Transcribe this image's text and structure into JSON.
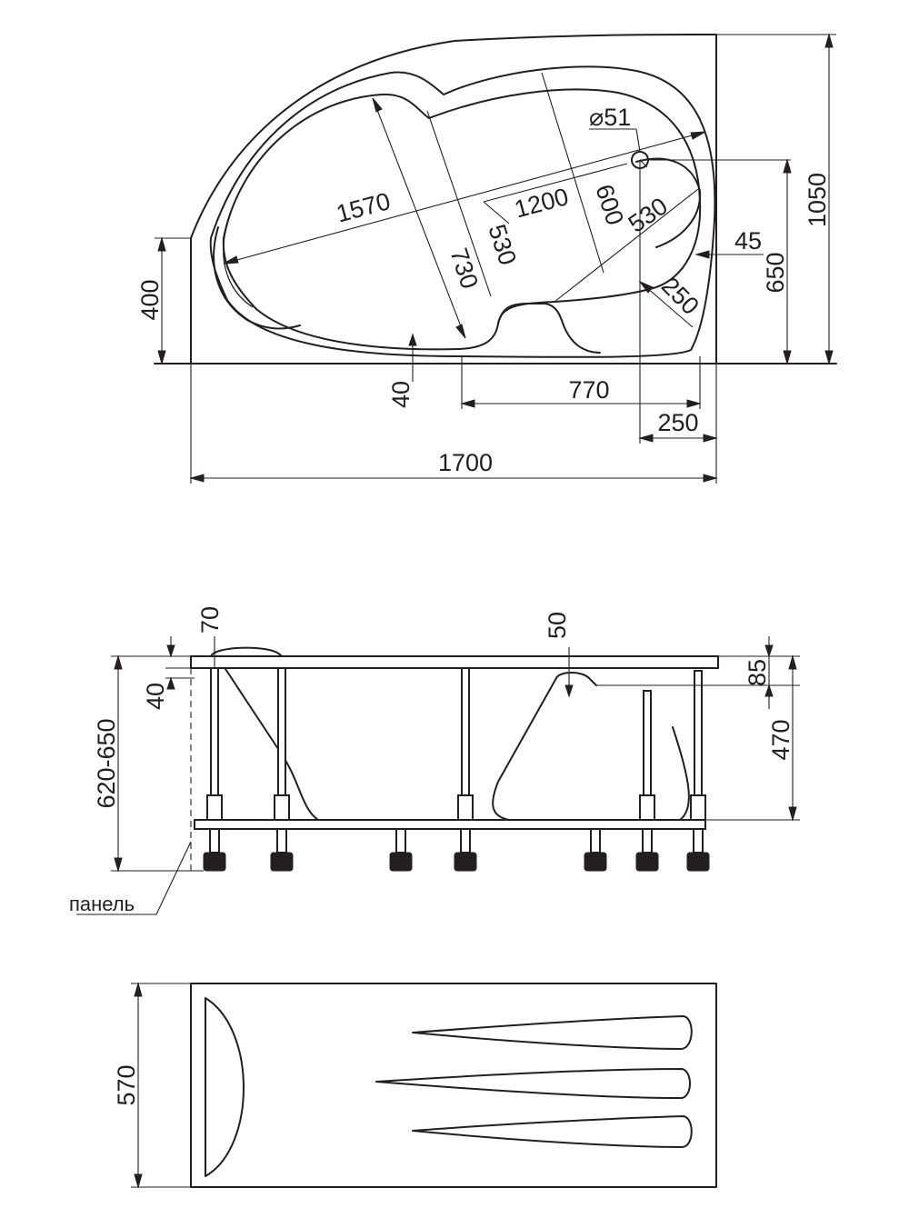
{
  "top_view": {
    "overall_length": "1700",
    "overall_width": "1050",
    "inner_length": "1570",
    "inner_width": "730",
    "backrest_length": "1200",
    "seat_width": "600",
    "mid_width": "530",
    "seat_depth": "530",
    "drain_diameter": "⌀51",
    "drain_from_wall": "650",
    "drain_offset": "45",
    "corner_radius": "250",
    "left_side_height": "400",
    "rim_front": "40",
    "front_seat_length": "770",
    "right_offset": "250"
  },
  "side_view": {
    "total_height": "620-650",
    "rim_thickness": "70",
    "rim_inner": "40",
    "headrest_step": "50",
    "seat_rim": "85",
    "depth": "470",
    "panel_label": "панель"
  },
  "bottom_view": {
    "width": "570"
  }
}
